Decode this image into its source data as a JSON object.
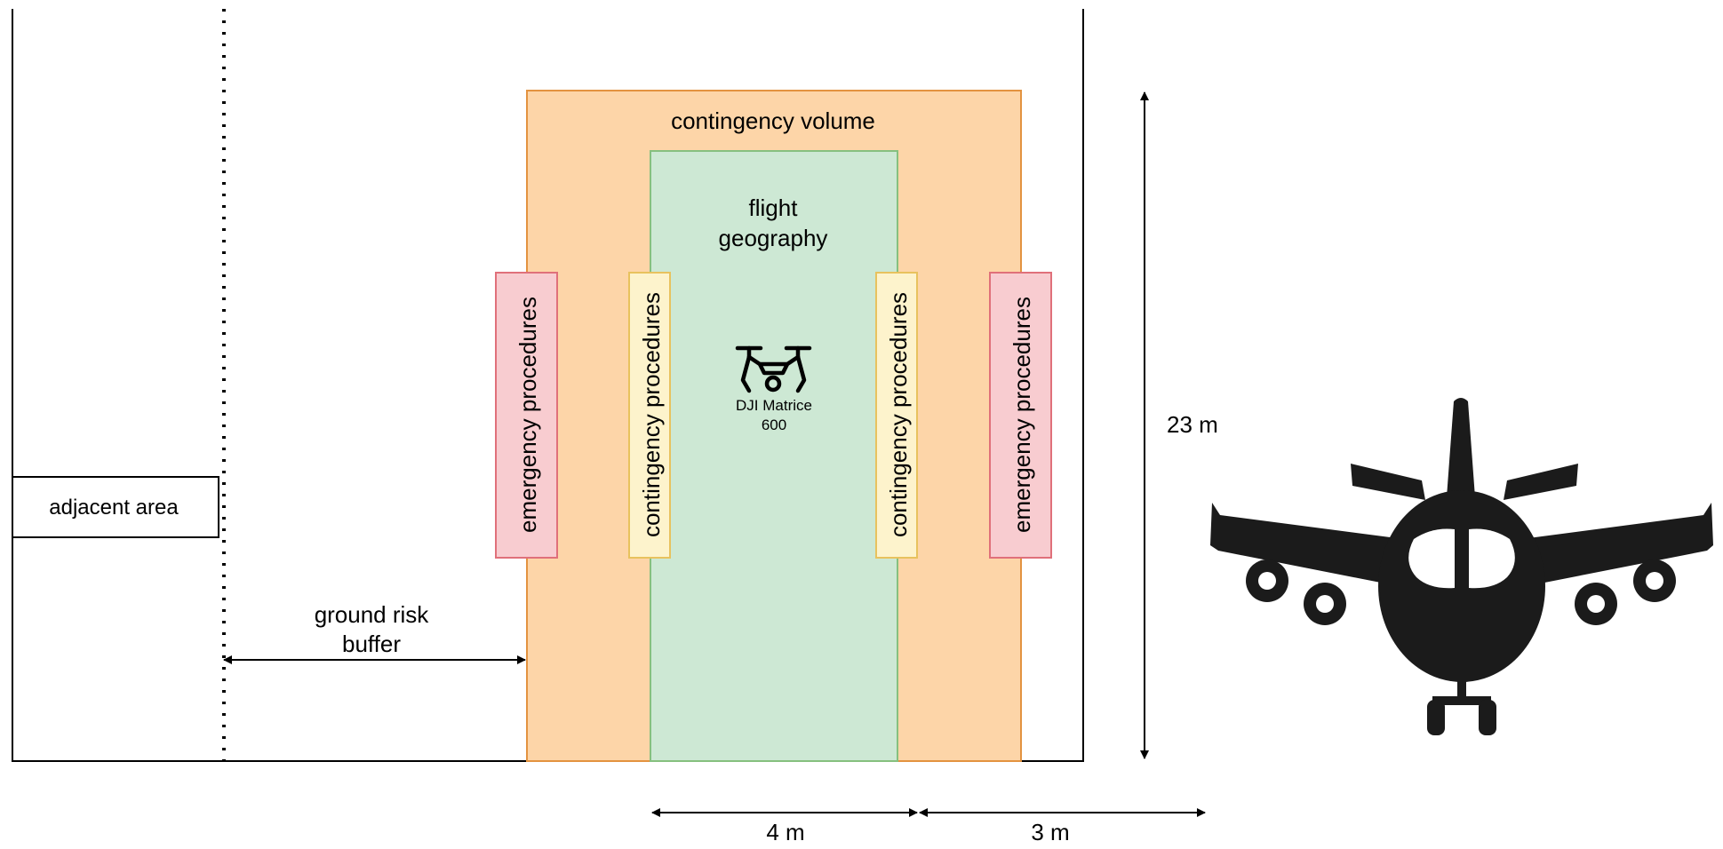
{
  "labels": {
    "adjacent_area": "adjacent area",
    "ground_risk_buffer_line1": "ground risk",
    "ground_risk_buffer_line2": "buffer",
    "contingency_volume": "contingency volume",
    "flight_geography_line1": "flight",
    "flight_geography_line2": "geography",
    "emergency_procedures": "emergency procedures",
    "contingency_procedures": "contingency procedures",
    "drone_model_line1": "DJI Matrice",
    "drone_model_line2": "600",
    "dim_height": "23 m",
    "dim_width_flight": "4 m",
    "dim_width_contingency": "3 m"
  },
  "icons": {
    "drone": "drone-icon",
    "airplane": "airplane-icon"
  },
  "colors": {
    "contingency_fill": "#fdd5a8",
    "contingency_stroke": "#e39340",
    "flight_fill": "#cde8d4",
    "flight_stroke": "#86c07f",
    "emergency_fill": "#f8ccd0",
    "emergency_stroke": "#e0707a",
    "procedure_fill": "#fdf3cc",
    "procedure_stroke": "#e8c25e",
    "line": "#000000"
  }
}
